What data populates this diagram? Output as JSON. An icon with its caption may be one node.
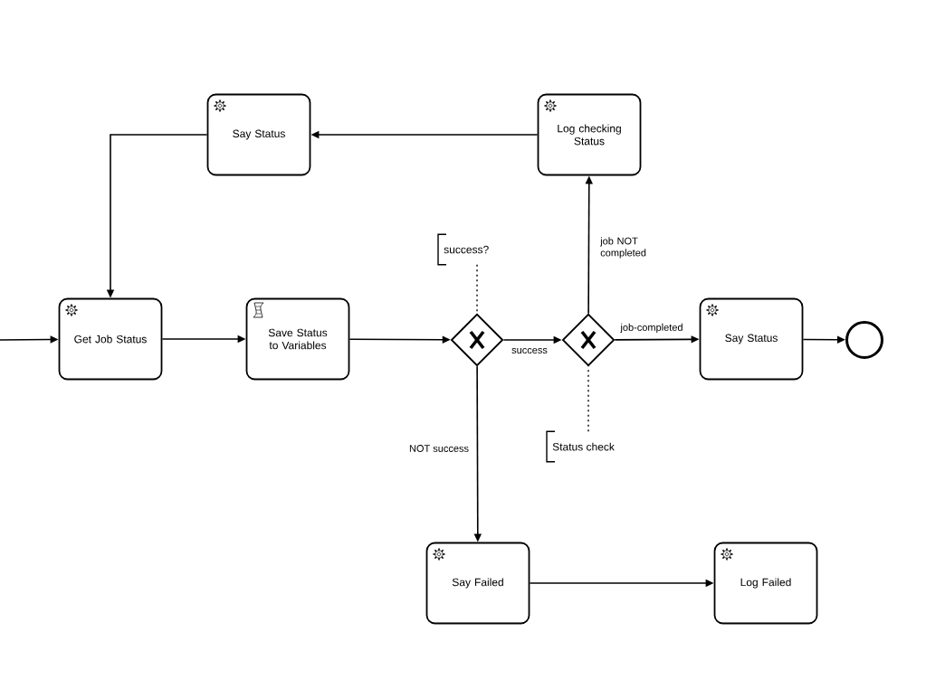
{
  "diagram": {
    "nodes": [
      {
        "text": [
          "Say Status"
        ]
      },
      {
        "text": [
          "Log checking Status"
        ]
      },
      {
        "text": [
          "success?"
        ]
      },
      {
        "text": [
          "Get Job Status"
        ]
      },
      {
        "text": [
          "Save Status to Variables"
        ]
      },
      {
        "text": [],
        "shape": "diamond"
      },
      {
        "text": [],
        "shape": "diamond"
      },
      {
        "text": [
          "Say Status"
        ]
      },
      {
        "text": [],
        "shape": "circle"
      },
      {
        "text": [
          "Status check"
        ]
      },
      {
        "text": [
          "Say Failed"
        ]
      },
      {
        "text": [
          "Log Failed"
        ]
      }
    ],
    "edges": [
      {
        "from": null,
        "to": 3,
        "arrow": "to"
      },
      {
        "from": 3,
        "to": 4,
        "arrow": "to"
      },
      {
        "from": 4,
        "to": 5,
        "arrow": "to"
      },
      {
        "from": 5,
        "to": 6,
        "arrow": "to",
        "label": "success"
      },
      {
        "from": 5,
        "to": 10,
        "arrow": "to",
        "label": "NOT success"
      },
      {
        "from": 6,
        "to": 7,
        "arrow": "to",
        "label": "job-completed"
      },
      {
        "from": 6,
        "to": 1,
        "arrow": "to",
        "label": "job NOT completed"
      },
      {
        "from": 1,
        "to": 0,
        "arrow": "to"
      },
      {
        "from": 0,
        "to": 3,
        "arrow": "to"
      },
      {
        "from": 7,
        "to": 8,
        "arrow": "to"
      },
      {
        "from": 10,
        "to": 11,
        "arrow": "to"
      },
      {
        "from": 2,
        "to": 5,
        "arrow": "none",
        "style": "dashed"
      },
      {
        "from": 9,
        "to": 6,
        "arrow": "none",
        "style": "dashed"
      }
    ]
  }
}
